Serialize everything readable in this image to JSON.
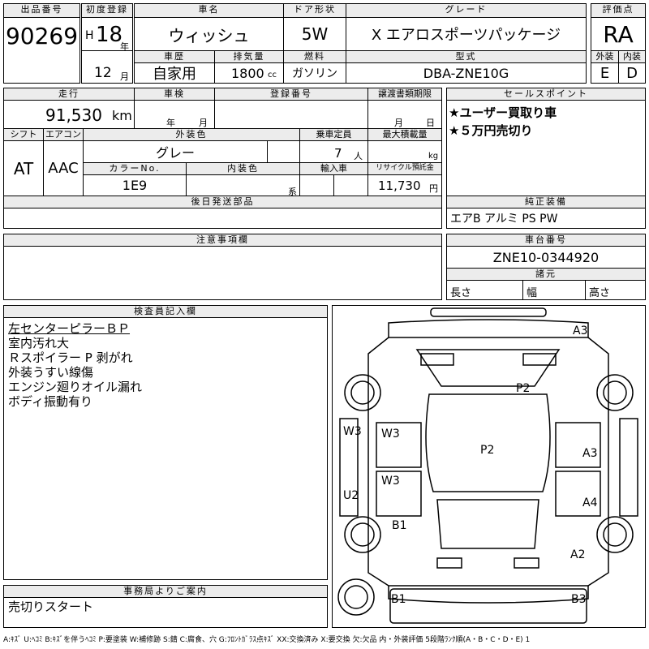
{
  "header": {
    "lot_no_label": "出品番号",
    "lot_no": "90269",
    "first_reg_label": "初度登録",
    "era": "H",
    "reg_year": "18",
    "year_unit": "年",
    "reg_month": "12",
    "month_unit": "月",
    "car_name_label": "車名",
    "car_name": "ウィッシュ",
    "door_label": "ドア形状",
    "door": "5W",
    "grade_label": "グレード",
    "grade": "X エアロスポーツパッケージ",
    "score_label": "評価点",
    "score": "RA",
    "history_label": "車歴",
    "history": "自家用",
    "displacement_label": "排気量",
    "displacement": "1800",
    "displacement_unit": "cc",
    "fuel_label": "燃料",
    "fuel": "ガソリン",
    "model_label": "型式",
    "model": "DBA-ZNE10G",
    "exterior_grade_label": "外装",
    "exterior_grade": "E",
    "interior_grade_label": "内装",
    "interior_grade": "D"
  },
  "row2": {
    "mileage_label": "走行",
    "mileage": "91,530",
    "mileage_unit": "km",
    "inspection_label": "車検",
    "year_unit": "年",
    "month_unit": "月",
    "plate_label": "登録番号",
    "transfer_label": "譲渡書類期限",
    "sales_label": "セールスポイント",
    "sales_points": [
      "★ユーザー買取り車",
      "★５万円売切り"
    ]
  },
  "row3": {
    "shift_label": "シフト",
    "shift": "AT",
    "ac_label": "エアコン",
    "ac": "AAC",
    "exterior_color_label": "外装色",
    "exterior_color": "グレー",
    "capacity_label": "乗車定員",
    "capacity": "7",
    "capacity_unit": "人",
    "load_label": "最大積載量",
    "load_unit": "kg",
    "color_no_label": "カラーNo.",
    "color_no": "1E9",
    "interior_color_label": "内装色",
    "interior_color_unit": "系",
    "import_label": "輸入車",
    "recycle_label": "リサイクル預託金",
    "recycle": "11,730",
    "recycle_unit": "円"
  },
  "later_parts_label": "後日発送部品",
  "equipment_label": "純正装備",
  "equipment": "エアB アルミ PS PW",
  "notes_label": "注意事項欄",
  "chassis_label": "車台番号",
  "chassis": "ZNE10-0344920",
  "dims_label": "諸元",
  "dims": {
    "length": "長さ",
    "width": "幅",
    "height": "高さ"
  },
  "inspector_label": "検査員記入欄",
  "inspector_notes": [
    "左センターピラーＢＰ",
    "室内汚れ大",
    "Ｒスポイラー P 剥がれ",
    "外装うすい線傷",
    "エンジン廻りオイル漏れ",
    "ボディ振動有り"
  ],
  "office_label": "事務局よりご案内",
  "office_note": "売切りスタート",
  "diagram_marks": [
    "A3",
    "P2",
    "W3",
    "W3",
    "W3",
    "P2",
    "A3",
    "A4",
    "U2",
    "B1",
    "A2",
    "B1",
    "B3"
  ],
  "legend": "A:ｷｽﾞ U:ﾍｺﾐ B:ｷｽﾞを伴うﾍｺﾐ P:要塗装 W:補修跡 S:錆 C:腐食、穴 G:ﾌﾛﾝﾄｶﾞﾗｽ点ｷｽﾞ XX:交換済み X:要交換 欠:欠品 内・外装評価 5段階ﾗﾝｸ順(A・B・C・D・E) 1"
}
